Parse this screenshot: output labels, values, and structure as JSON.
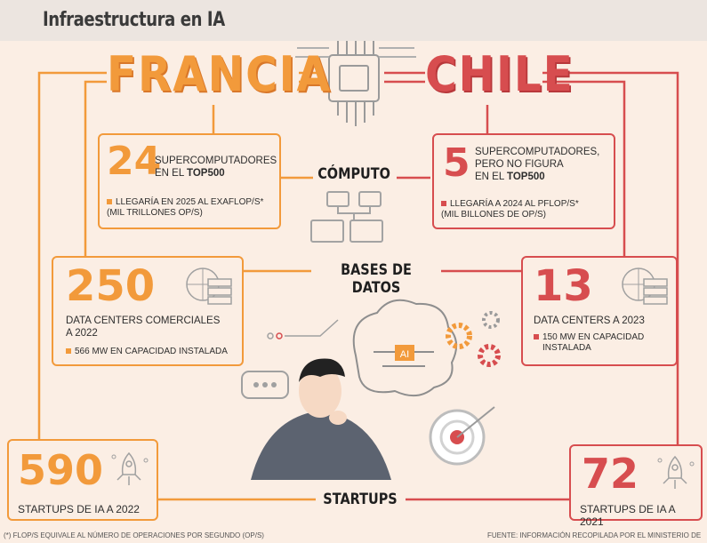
{
  "title": "Infraestructura en IA",
  "countries": {
    "left": "FRANCIA",
    "right": "CHILE"
  },
  "sections": {
    "computo": "CÓMPUTO",
    "bases": "BASES DE DATOS",
    "startups": "STARTUPS"
  },
  "france": {
    "super": {
      "number": "24",
      "line1": "SUPERCOMPUTADORES",
      "line2_pre": "EN EL ",
      "line2_bold": "TOP500",
      "note1": "LLEGARÍA EN 2025 AL EXAFLOP/S*",
      "note2": "(MIL TRILLONES OP/S)"
    },
    "data": {
      "number": "250",
      "line1": "DATA CENTERS COMERCIALES",
      "line2": "A 2022",
      "note": "566 MW EN CAPACIDAD INSTALADA"
    },
    "startups": {
      "number": "590",
      "label": "STARTUPS DE IA A 2022"
    }
  },
  "chile": {
    "super": {
      "number": "5",
      "line1": "SUPERCOMPUTADORES,",
      "line2": "PERO NO FIGURA",
      "line3_pre": "EN EL ",
      "line3_bold": "TOP500",
      "note1": "LLEGARÍA A 2024 AL PFLOP/S*",
      "note2": "(MIL BILLONES DE OP/S)"
    },
    "data": {
      "number": "13",
      "line1": "DATA CENTERS A 2023",
      "note1": "150 MW EN CAPACIDAD",
      "note2": "INSTALADA"
    },
    "startups": {
      "number": "72",
      "label": "STARTUPS DE IA A 2021"
    }
  },
  "ai_label": "AI",
  "footer": {
    "left": "(*) FLOP/S EQUIVALE AL NÚMERO DE OPERACIONES POR SEGUNDO (OP/S)",
    "right": "FUENTE: INFORMACIÓN RECOPILADA POR EL MINISTERIO DE"
  },
  "colors": {
    "orange": "#f29a3b",
    "red": "#d74d4f",
    "background": "#fbeee4"
  }
}
